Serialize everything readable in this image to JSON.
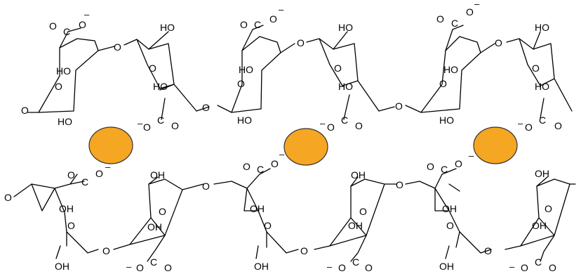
{
  "labels": {
    "O": "O",
    "OH": "OH",
    "HO": "HO",
    "C": "C",
    "minus": "–"
  },
  "colors": {
    "ion_fill": "#F5A623",
    "ion_stroke": "#404040",
    "line": "#000000"
  }
}
